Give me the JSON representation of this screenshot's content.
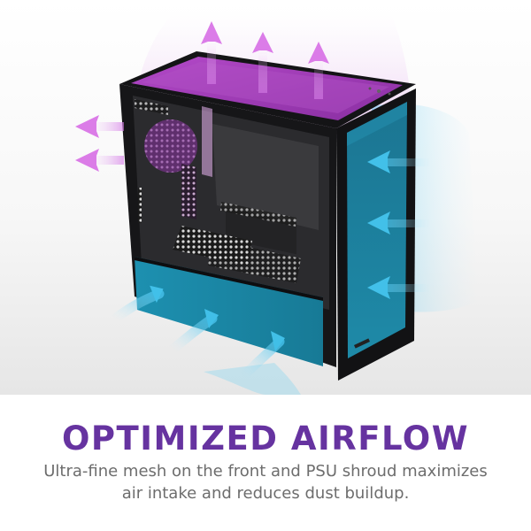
{
  "product_image": {
    "subject": "PC case airflow illustration",
    "colors": {
      "exhaust": "#d070e0",
      "intake": "#35b8e8",
      "case_body": "#1c1c1e",
      "top_panel": "#a23bb8",
      "front_mesh": "#1f7f9c"
    },
    "icons": [
      "exhaust-arrow-up-icon",
      "exhaust-arrow-left-icon",
      "intake-arrow-left-icon",
      "intake-arrow-up-right-icon"
    ]
  },
  "headline": "OPTIMIZED AIRFLOW",
  "subtitle": "Ultra-fine mesh on the front and PSU shroud maximizes air intake and reduces dust buildup.",
  "colors": {
    "headline": "#6633a0",
    "subtitle": "#6d6d6d",
    "background_band": "#e6e6e6"
  }
}
